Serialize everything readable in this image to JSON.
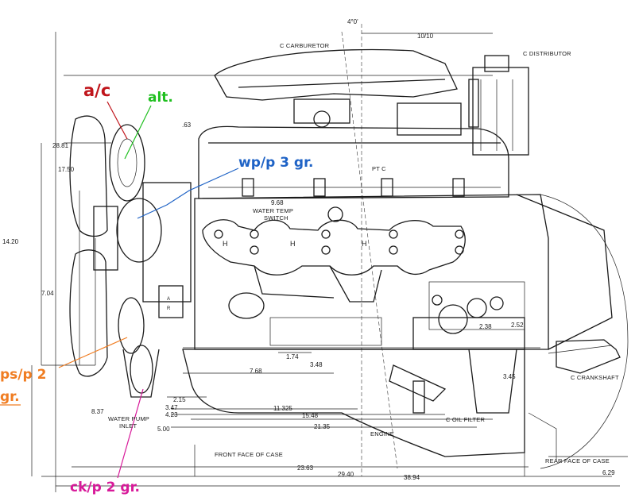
{
  "colors": {
    "ac": "#c0151b",
    "alt": "#1fbf1f",
    "wp": "#1f63c6",
    "ps": "#f07d22",
    "ck": "#d81a9a",
    "ink": "#1a1a1a"
  },
  "annotations": {
    "ac": "a/c",
    "alt": "alt.",
    "wp": "wp/p 3 gr.",
    "ps_line1": "ps/p 2",
    "ps_line2": "gr.",
    "ck": "ck/p 2 gr."
  },
  "labels": {
    "carburetor": "C CARBURETOR",
    "distributor": "C DISTRIBUTOR",
    "pt_c": "PT C",
    "water_temp_line1": "WATER TEMP",
    "water_temp_line2": "SWITCH",
    "crankshaft": "C CRANKSHAFT",
    "oil_filter": "C OIL FILTER",
    "engine": "ENGINE",
    "water_pump_line1": "WATER PUMP",
    "water_pump_line2": "INLET",
    "front_face": "FRONT FACE OF CASE",
    "rear_face": "REAR FACE OF CASE"
  },
  "dimensions": {
    "d_4_0": "4°0'",
    "d_10_10": "10/10",
    "d_63": ".63",
    "d_28_81": "28.81",
    "d_17_50": "17.50",
    "d_14_20": "14.20",
    "d_7_04": "7.04",
    "d_9_68": "9.68",
    "d_1_74": "1.74",
    "d_3_48": "3.48",
    "d_7_68": "7.68",
    "d_2_15": "2.15",
    "d_3_47": "3.47",
    "d_4_23": "4.23",
    "d_5_00": "5.00",
    "d_11_325": "11.325",
    "d_15_48": "15.48",
    "d_21_35": "21.35",
    "d_8_37": "8.37",
    "d_23_63": "23.63",
    "d_29_40": "29.40",
    "d_38_94": "38.94",
    "d_6_29": "6.29",
    "d_2_38": "2.38",
    "d_2_52": "2.52",
    "d_3_45": "3.45"
  }
}
